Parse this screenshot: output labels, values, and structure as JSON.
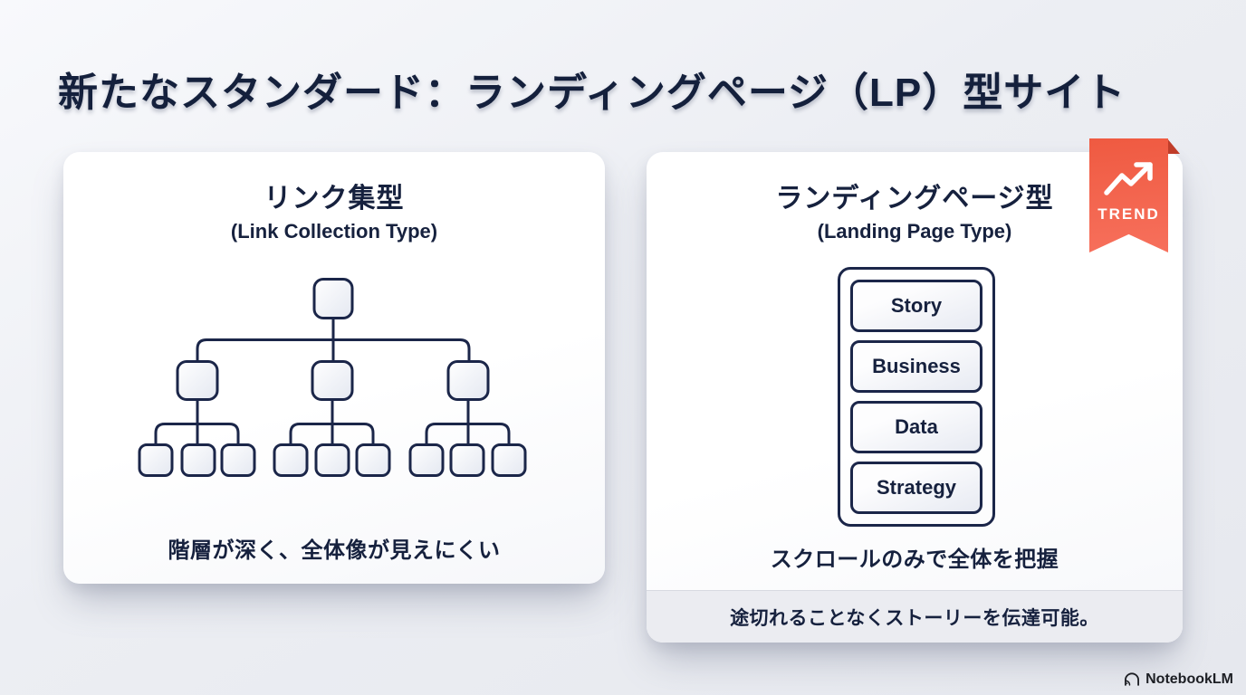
{
  "page": {
    "title": "新たなスタンダード：ランディングページ（LP）型サイト",
    "brand": "NotebookLM"
  },
  "left_card": {
    "title": "リンク集型",
    "subtitle": "(Link Collection Type)",
    "diagram": "hierarchy-tree: 1 root, 3 branches, 9 leaves",
    "caption": "階層が深く、全体像が見えにくい"
  },
  "right_card": {
    "title": "ランディングページ型",
    "subtitle": "(Landing Page Type)",
    "badge": "TREND",
    "sections": [
      "Story",
      "Business",
      "Data",
      "Strategy"
    ],
    "caption": "スクロールのみで全体を把握",
    "footer": "途切れることなくストーリーを伝達可能。"
  },
  "colors": {
    "navy_text": "#16213e",
    "outline_navy": "#1b2649",
    "accent_coral": "#f2614b",
    "accent_fold_dark": "#c03d2a",
    "card_white": "#ffffff",
    "background_gray": "#eceef3",
    "footer_strip": "#ebecf1"
  }
}
